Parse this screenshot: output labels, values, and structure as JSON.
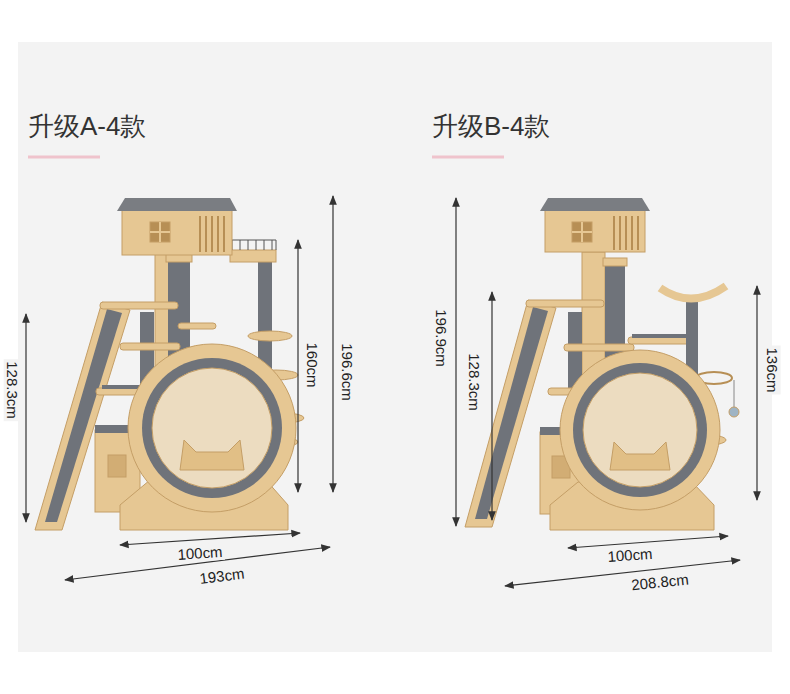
{
  "diagram": {
    "labels": [
      "升级A-4款",
      "升级B-4款",
      "128.3cm",
      "160cm",
      "196.6cm",
      "100cm",
      "193cm",
      "196.9cm",
      "128.3cm",
      "136cm",
      "100cm",
      "208.8cm"
    ]
  }
}
